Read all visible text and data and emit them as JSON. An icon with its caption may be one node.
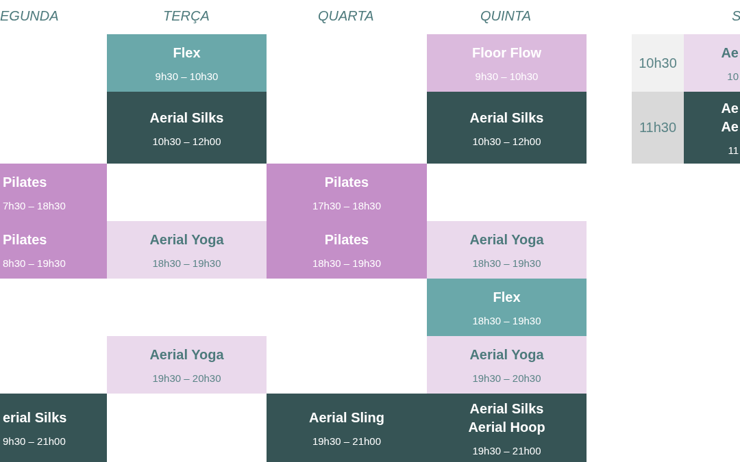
{
  "diagram": {
    "nodes": [
      {
        "text": [
          "Flex",
          "9h30 – 10h30"
        ]
      },
      {
        "text": [
          "Floor Flow",
          "9h30 – 10h30"
        ]
      },
      {
        "text": [
          "10h30"
        ]
      },
      {
        "text": [
          "Ae",
          "10"
        ]
      },
      {
        "text": [
          "Aerial Silks",
          "10h30 – 12h00"
        ]
      },
      {
        "text": [
          "Aerial Silks",
          "10h30 – 12h00"
        ]
      },
      {
        "text": [
          "11h30"
        ]
      },
      {
        "text": [
          "Ae Ae",
          "11"
        ]
      },
      {
        "text": [
          "Pilates",
          "7h30 – 18h30"
        ]
      },
      {
        "text": [
          "Pilates",
          "17h30 – 18h30"
        ]
      },
      {
        "text": [
          "Pilates",
          "8h30 – 19h30"
        ]
      },
      {
        "text": [
          "Aerial Yoga",
          "18h30 – 19h30"
        ]
      },
      {
        "text": [
          "Pilates",
          "18h30 – 19h30"
        ]
      },
      {
        "text": [
          "Aerial Yoga",
          "18h30 – 19h30"
        ]
      },
      {
        "text": [
          "Flex",
          "18h30 – 19h30"
        ]
      },
      {
        "text": [
          "Aerial Yoga",
          "19h30 – 20h30"
        ]
      },
      {
        "text": [
          "Aerial Yoga",
          "19h30 – 20h30"
        ]
      },
      {
        "text": [
          "erial Silks",
          "9h30 – 21h00"
        ]
      },
      {
        "text": [
          "Aerial Sling",
          "19h30 – 21h00"
        ]
      },
      {
        "text": [
          "Aerial Silks Aerial Hoop",
          "19h30 – 21h00"
        ]
      }
    ],
    "labels": [
      "EGUNDA",
      "TERÇA",
      "QUARTA",
      "QUINTA",
      "S"
    ]
  }
}
